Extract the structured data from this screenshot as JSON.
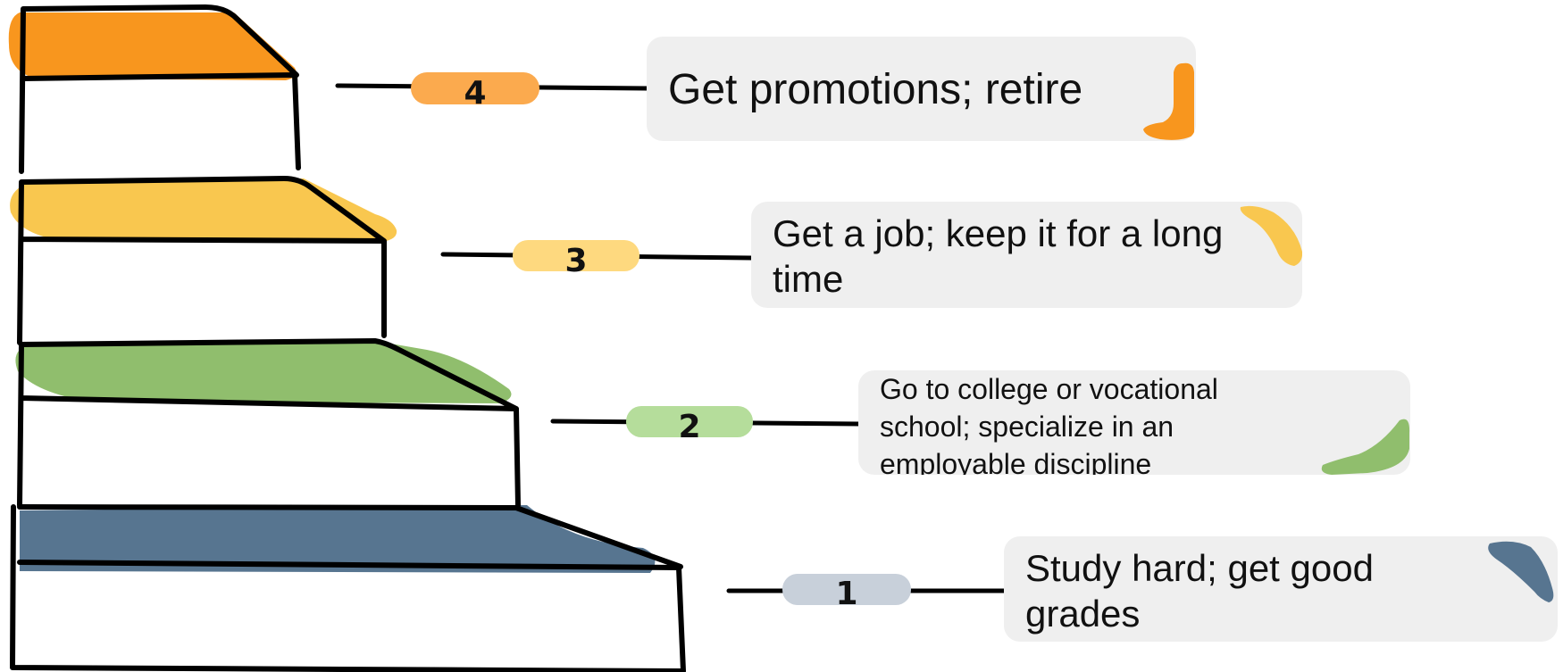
{
  "colors": {
    "step_1": "#577590",
    "step_2": "#90be6d",
    "step_3": "#f9c74f",
    "step_4": "#f8961e",
    "pill_1": "#c8d0da",
    "pill_2": "#b5dd9b",
    "pill_3": "#fed97f",
    "pill_4": "#fbaa4e",
    "outline": "#000000",
    "callout_bg": "#efefef"
  },
  "steps": [
    {
      "number": "1",
      "text": "Study hard; get good grades"
    },
    {
      "number": "2",
      "text": "Go to college or vocational school; specialize in an employable discipline"
    },
    {
      "number": "3",
      "text": "Get a job; keep it for a long time"
    },
    {
      "number": "4",
      "text": "Get promotions; retire"
    }
  ]
}
